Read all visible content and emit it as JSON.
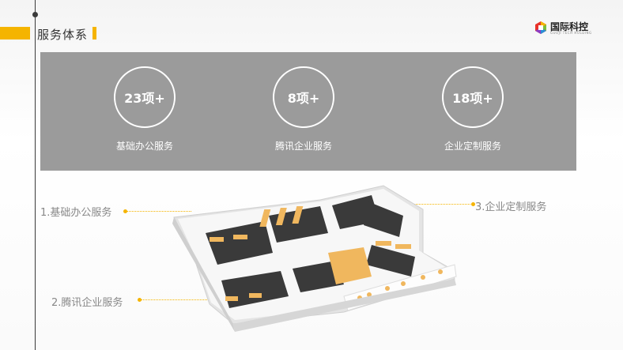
{
  "header": {
    "title": "服务体系"
  },
  "logo": {
    "name": "国际科控",
    "tagline": "GUOJI TECH HOLDING"
  },
  "stats": [
    {
      "value": "23项+",
      "label": "基础办公服务"
    },
    {
      "value": "8项+",
      "label": "腾讯企业服务"
    },
    {
      "value": "18项+",
      "label": "企业定制服务"
    }
  ],
  "callouts": {
    "c1": "1.基础办公服务",
    "c2": "2.腾讯企业服务",
    "c3": "3.企业定制服务"
  },
  "colors": {
    "accent": "#f5b400",
    "panel": "#9b9b9b"
  },
  "icons": [
    "floor-plan-illustration"
  ]
}
